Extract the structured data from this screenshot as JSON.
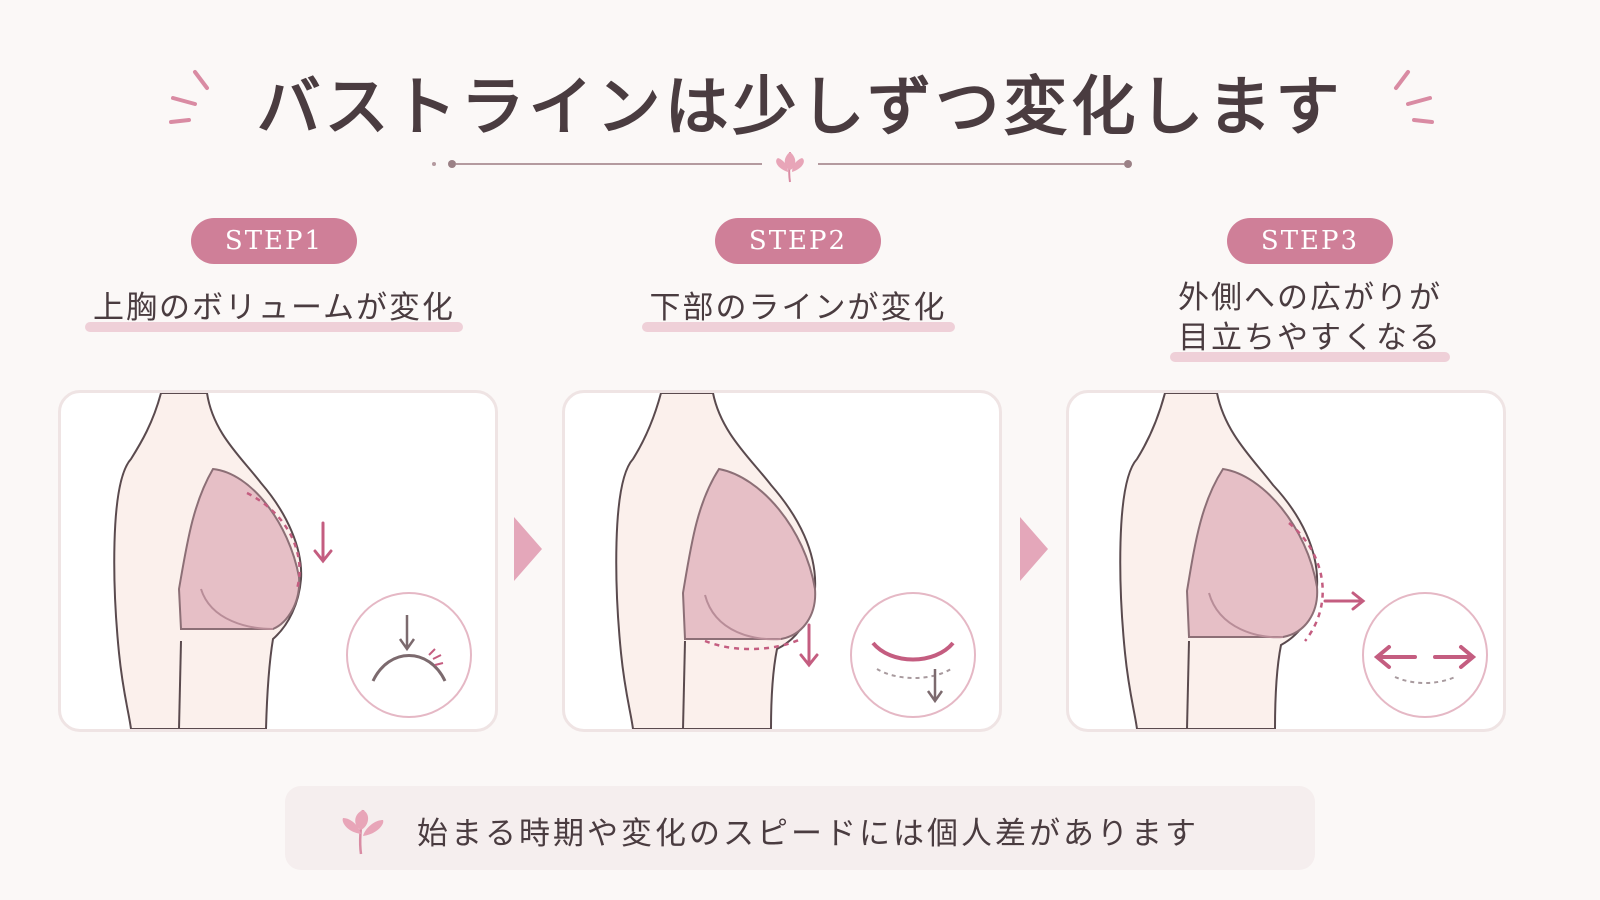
{
  "title": {
    "text": "バストラインは少しずつ変化します"
  },
  "colors": {
    "accent": "#cf7f98",
    "accent_dark": "#c45d80",
    "text": "#4a3c40",
    "bra": "#e6bfc6",
    "skin": "#fbf0ec",
    "background": "#fbf8f7"
  },
  "steps": [
    {
      "label": "STEP1",
      "caption": "上胸のボリュームが変化",
      "motion": "down"
    },
    {
      "label": "STEP2",
      "caption": "下部のラインが変化",
      "motion": "down"
    },
    {
      "label": "STEP3",
      "caption": "外側への広がりが\n目立ちやすくなる",
      "motion": "outward"
    }
  ],
  "note": {
    "text": "始まる時期や変化のスピードには個人差があります",
    "icon": "leaf-sprig-icon"
  }
}
